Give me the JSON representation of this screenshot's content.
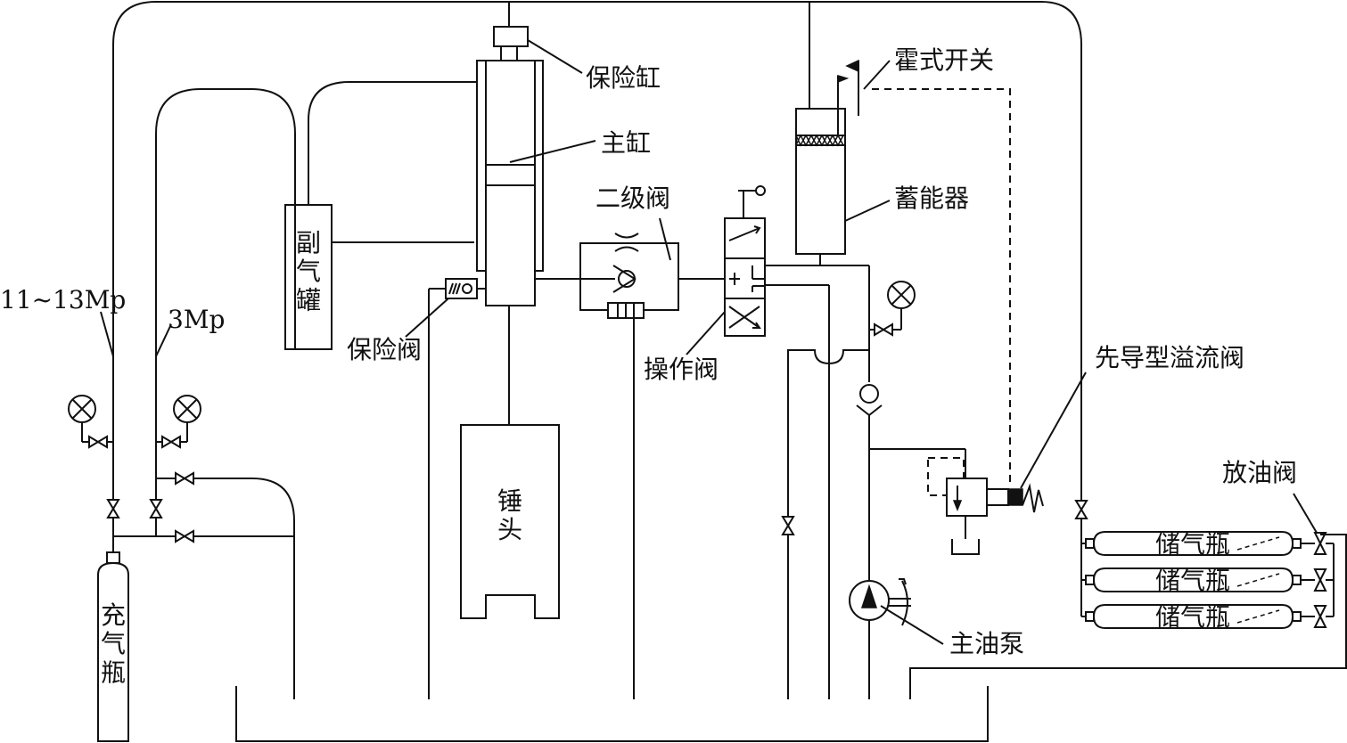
{
  "labels": {
    "safety_cylinder": "保险缸",
    "main_cylinder": "主缸",
    "secondary_valve": "二级阀",
    "hall_switch": "霍式开关",
    "accumulator": "蓄能器",
    "aux_tank": "副气罐",
    "safety_valve": "保险阀",
    "operating_valve": "操作阀",
    "pilot_relief_valve": "先导型溢流阀",
    "pressure_high": "11~13Mp",
    "pressure_low": "3Mp",
    "hammer_head": "锤头",
    "charge_bottle": "充气瓶",
    "oil_drain_valve": "放油阀",
    "gas_bottle_1": "储气瓶",
    "gas_bottle_2": "储气瓶",
    "gas_bottle_3": "储气瓶",
    "main_pump": "主油泵"
  },
  "colors": {
    "line": "#111111",
    "background": "#ffffff"
  }
}
